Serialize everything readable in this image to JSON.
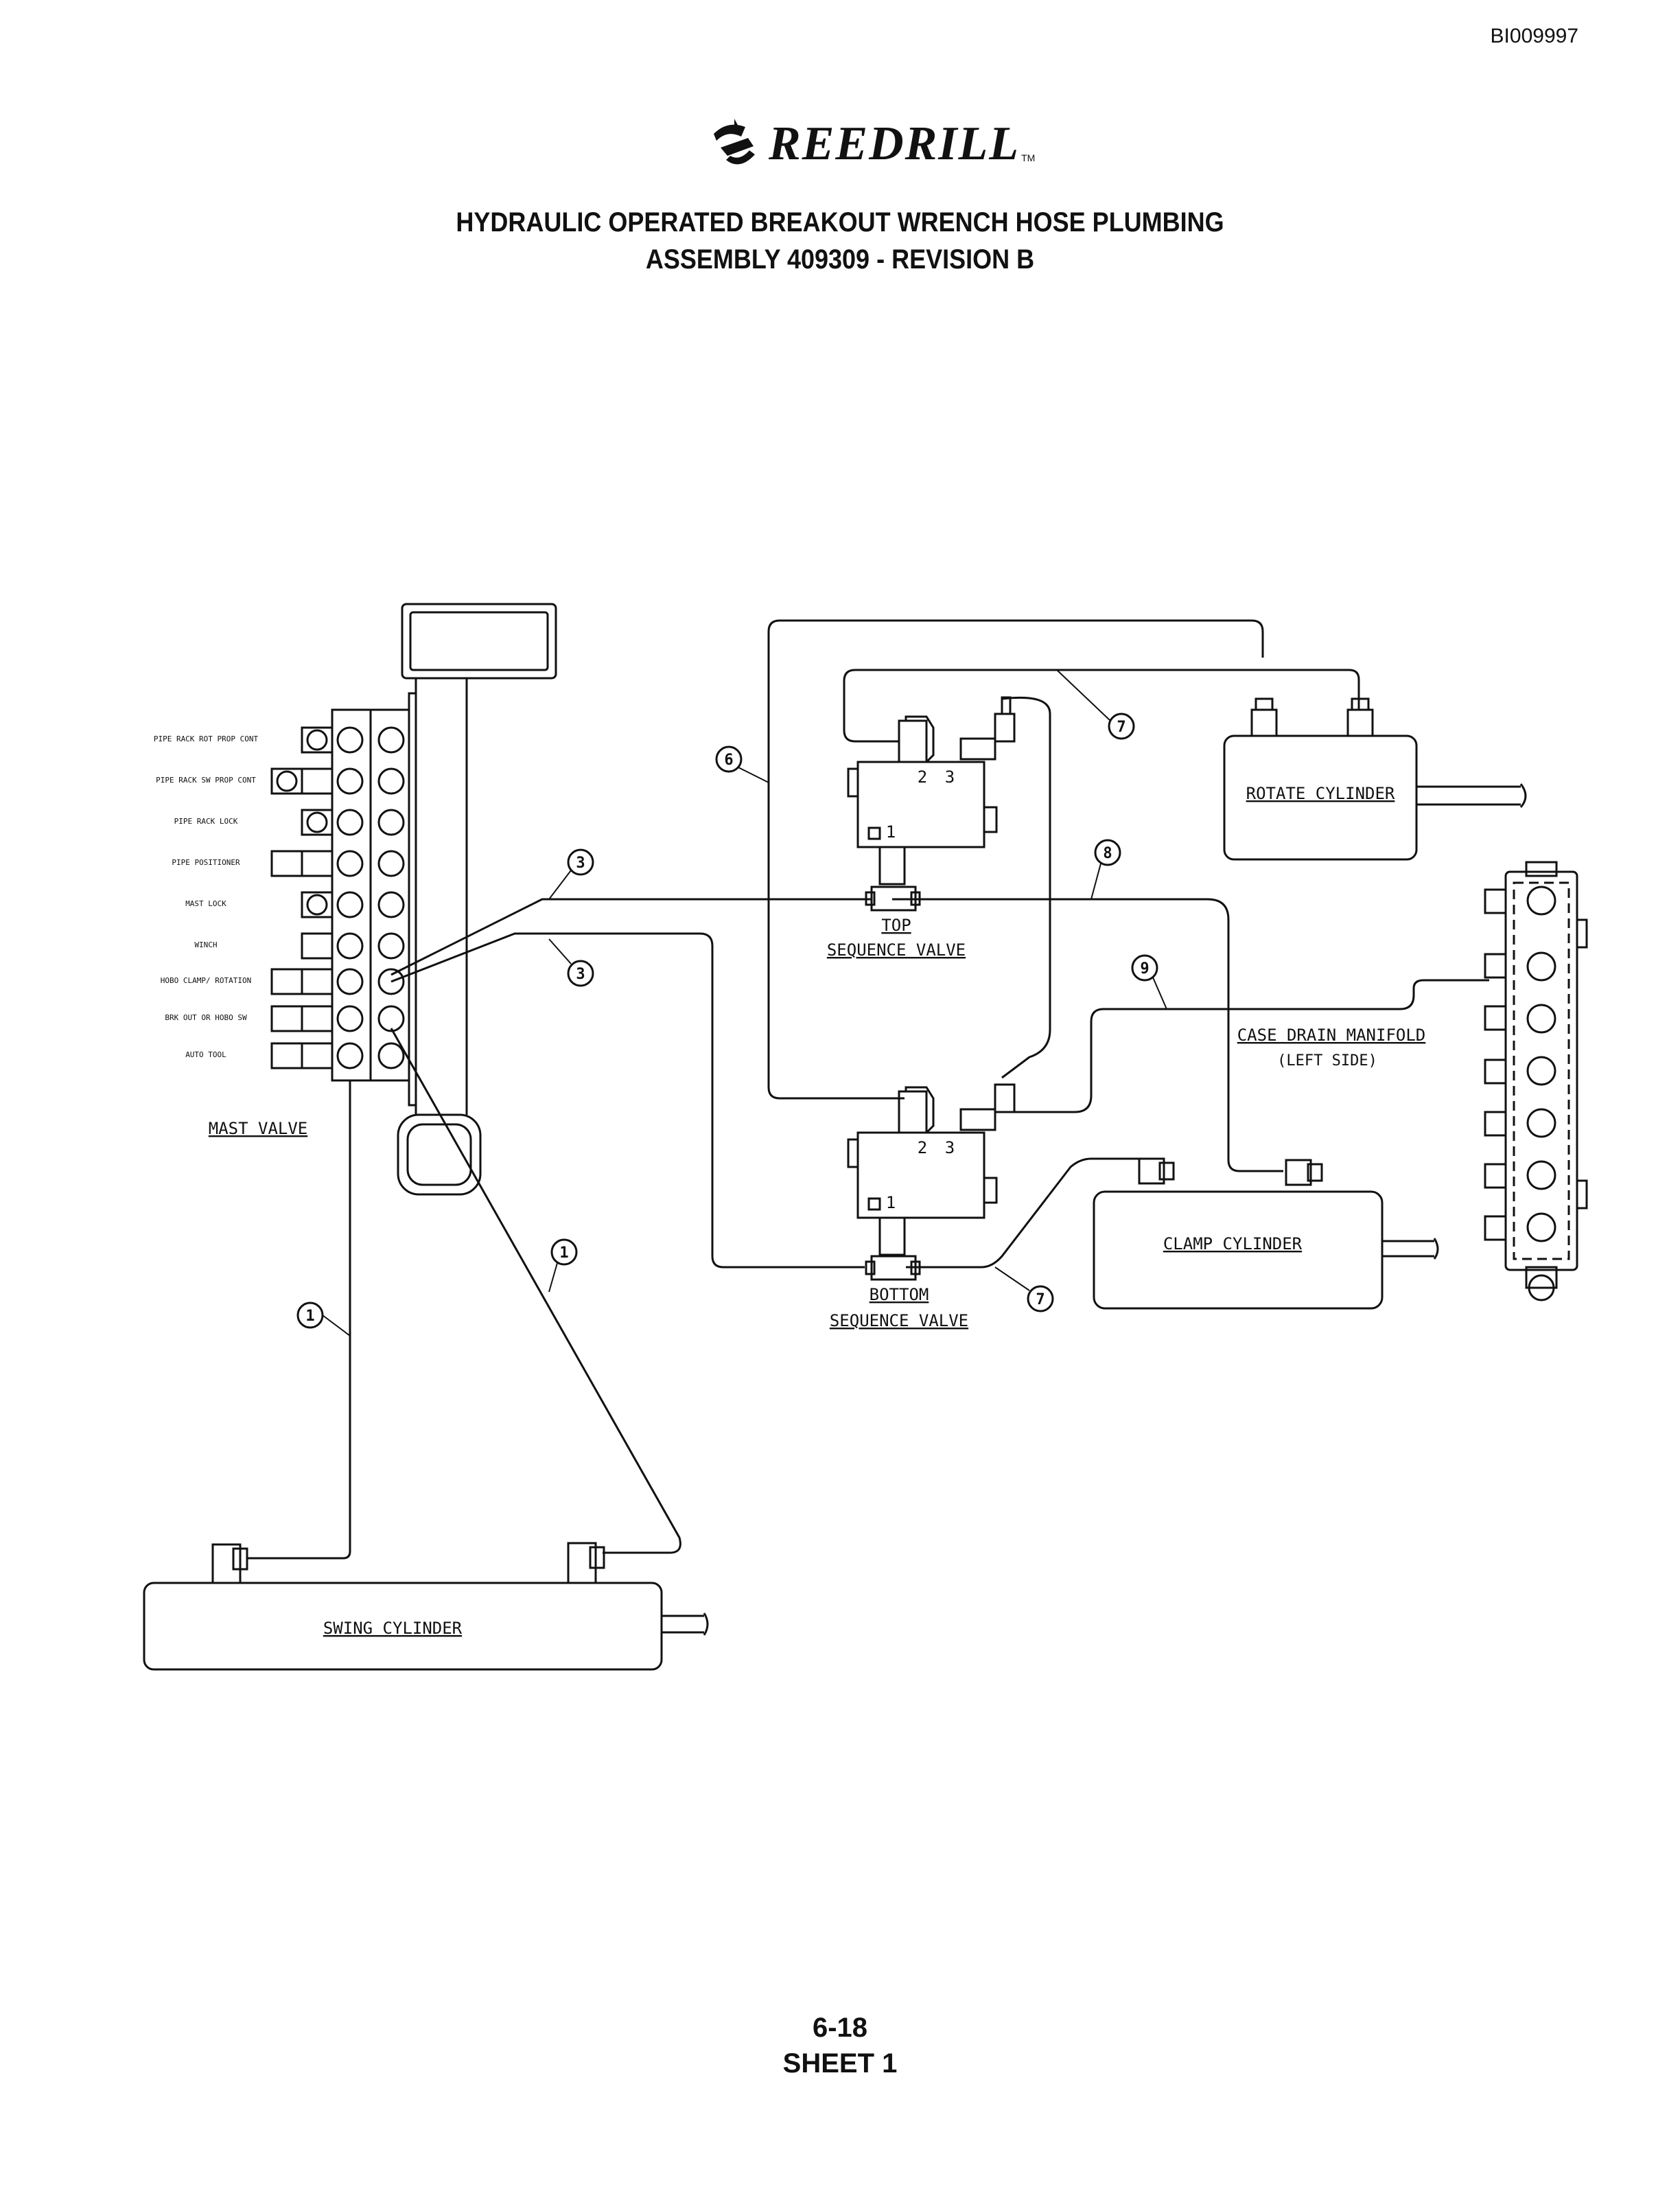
{
  "header": {
    "doc_id": "BI009997",
    "logo_text": "REEDRILL",
    "logo_tm": "TM",
    "title_line1": "HYDRAULIC OPERATED BREAKOUT WRENCH HOSE PLUMBING",
    "title_line2": "ASSEMBLY 409309 - REVISION B"
  },
  "mast_valve": {
    "label": "MAST VALVE",
    "sections": [
      {
        "label": "PIPE RACK ROT PROP CONT"
      },
      {
        "label": "PIPE RACK SW PROP CONT"
      },
      {
        "label": "PIPE RACK LOCK"
      },
      {
        "label": "PIPE POSITIONER"
      },
      {
        "label": "MAST LOCK"
      },
      {
        "label": "WINCH"
      },
      {
        "label": "HOBO CLAMP/ ROTATION"
      },
      {
        "label": "BRK OUT OR HOBO SW"
      },
      {
        "label": "AUTO TOOL"
      }
    ]
  },
  "components": {
    "rotate_cylinder": "ROTATE CYLINDER",
    "clamp_cylinder": "CLAMP CYLINDER",
    "swing_cylinder": "SWING CYLINDER",
    "case_drain_line1": "CASE DRAIN MANIFOLD",
    "case_drain_line2": "(LEFT SIDE)",
    "top_valve_line1": "TOP",
    "top_valve_line2": "SEQUENCE VALVE",
    "bottom_valve_line1": "BOTTOM",
    "bottom_valve_line2": "SEQUENCE VALVE",
    "port_1": "1",
    "port_2": "2",
    "port_3": "3"
  },
  "callouts": [
    "1",
    "1",
    "3",
    "3",
    "6",
    "7",
    "7",
    "8",
    "9"
  ],
  "footer": {
    "page": "6-18",
    "sheet": "SHEET 1"
  }
}
